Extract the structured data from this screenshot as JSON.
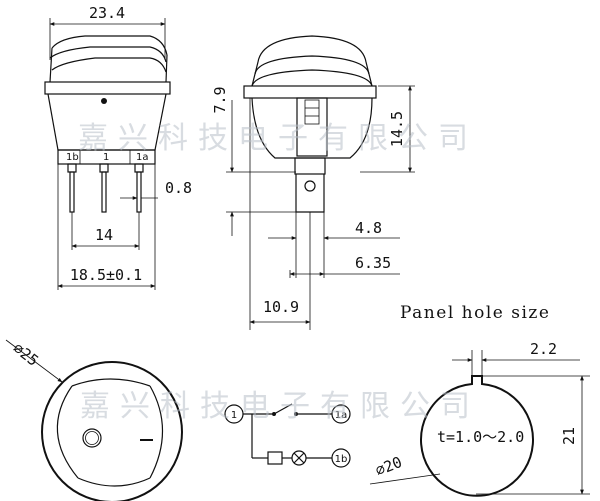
{
  "dimensions": {
    "overall_width": "23.4",
    "height_a": "14.5",
    "height_b": "7.9",
    "pin_thickness": "0.8",
    "pin_pitch": "14",
    "base_width": "18.5±0.1",
    "pin_width_a": "4.8",
    "pin_width_b": "6.35",
    "body_depth": "10.9",
    "bezel_diameter": "⌀25",
    "slot_width": "2.2",
    "hole_height": "21",
    "hole_diameter": "⌀20",
    "panel_thickness": "t=1.0～2.0"
  },
  "labels": {
    "panel_hole_size": "Panel hole size",
    "terminal_1b": "1b",
    "terminal_1": "1",
    "terminal_1a": "1a",
    "schematic_1": "1",
    "schematic_1a": "1a",
    "schematic_1b": "1b"
  },
  "watermark": {
    "text": "嘉兴科技电子有限公司"
  },
  "colors": {
    "line": "#111111",
    "watermark": "#b8c0c8"
  }
}
